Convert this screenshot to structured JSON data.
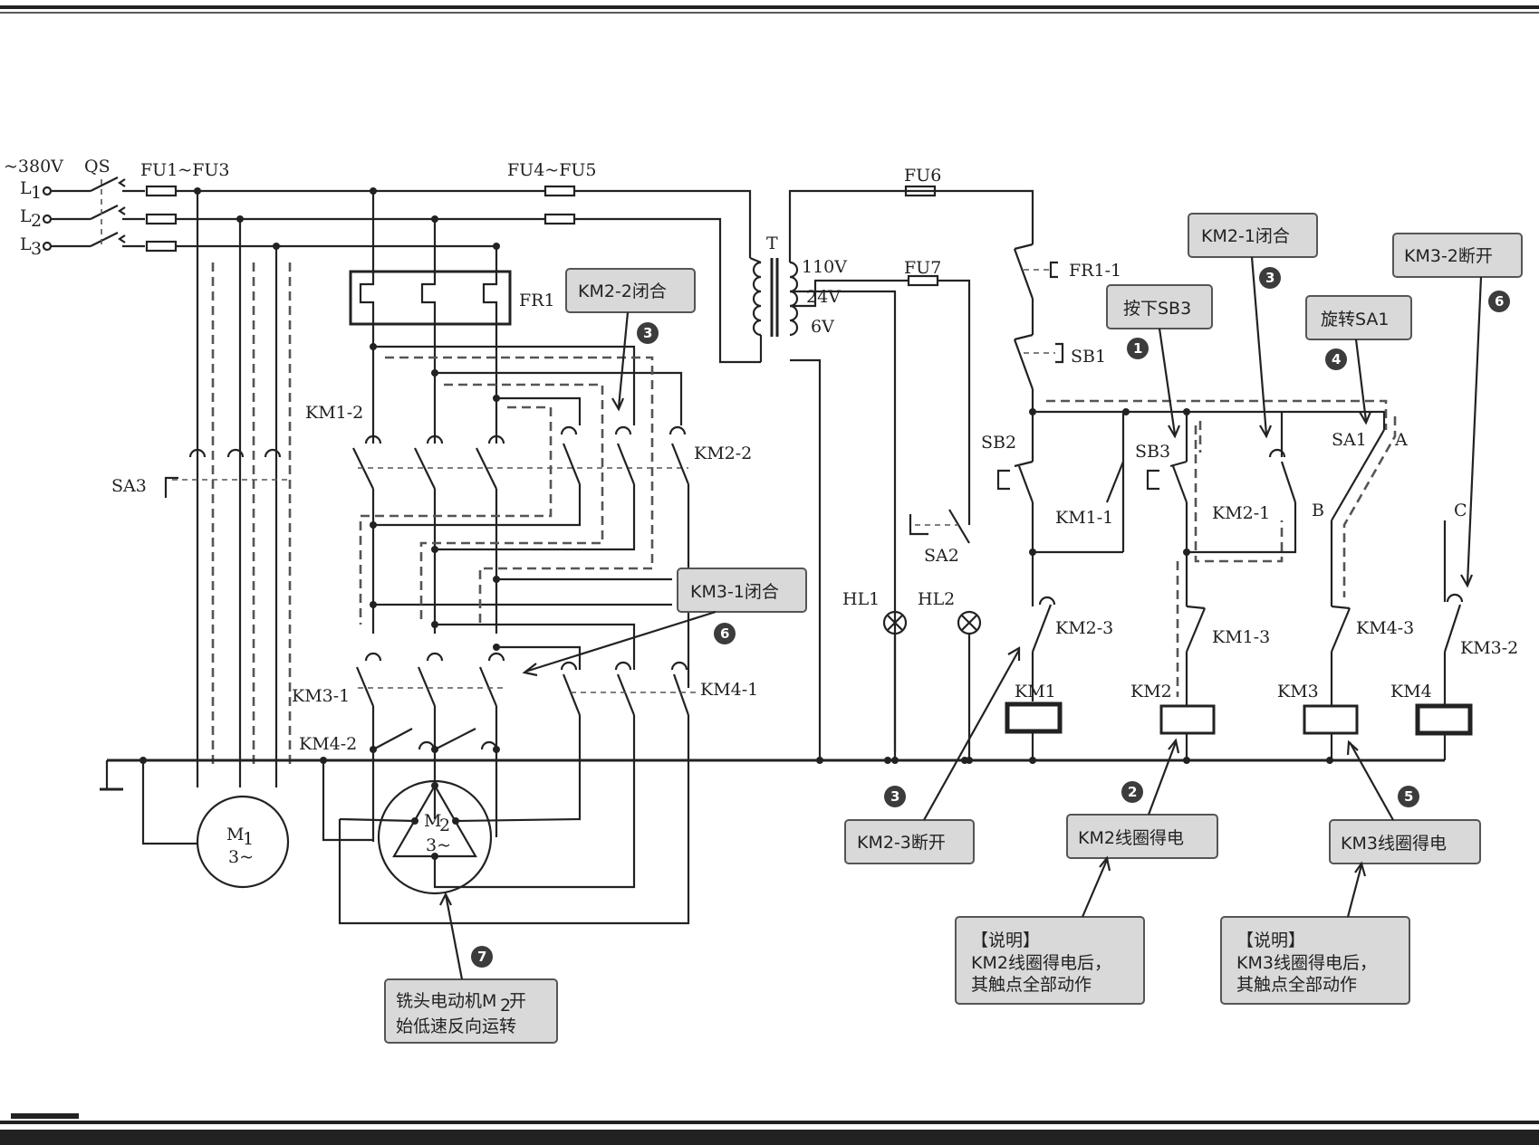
{
  "labels": {
    "supply": "~380V",
    "qs": "QS",
    "l1": "L",
    "l2": "L",
    "l3": "L",
    "l1sub": "1",
    "l2sub": "2",
    "l3sub": "3",
    "fu1_fu3": "FU1~FU3",
    "fu4_fu5": "FU4~FU5",
    "fu6": "FU6",
    "fu7": "FU7",
    "t": "T",
    "v110": "110V",
    "v24": "24V",
    "v6": "6V",
    "fr1": "FR1",
    "fr1_1": "FR1-1",
    "sb1": "SB1",
    "sb2": "SB2",
    "sb3": "SB3",
    "sa1": "SA1",
    "sa2": "SA2",
    "sa3": "SA3",
    "a": "A",
    "b": "B",
    "c": "C",
    "km1_1": "KM1-1",
    "km1_2": "KM1-2",
    "km1_3": "KM1-3",
    "km2_1": "KM2-1",
    "km2_2": "KM2-2",
    "km2_3": "KM2-3",
    "km3_1": "KM3-1",
    "km3_2": "KM3-2",
    "km4_1": "KM4-1",
    "km4_2": "KM4-2",
    "km4_3": "KM4-3",
    "km1": "KM1",
    "km2": "KM2",
    "km3": "KM3",
    "km4": "KM4",
    "hl1": "HL1",
    "hl2": "HL2",
    "m1": "M",
    "m1sub": "1",
    "m1phase": "3~",
    "m2": "M",
    "m2sub": "2",
    "m2phase": "3~"
  },
  "callouts": {
    "km2_2_close": "KM2-2闭合",
    "km2_1_close": "KM2-1闭合",
    "km3_2_open": "KM3-2断开",
    "press_sb3": "按下SB3",
    "rotate_sa1": "旋转SA1",
    "km3_1_close": "KM3-1闭合",
    "km2_3_open": "KM2-3断开",
    "km2_coil": "KM2线圈得电",
    "km3_coil": "KM3线圈得电",
    "note1_title": "【说明】",
    "note1_line1": "KM2线圈得电后，",
    "note1_line2": "其触点全部动作",
    "note2_title": "【说明】",
    "note2_line1": "KM3线圈得电后，",
    "note2_line2": "其触点全部动作",
    "m2_line1_a": "铣头电动机M",
    "m2_line1_sub": "2",
    "m2_line1_b": "开",
    "m2_line2": "始低速反向运转"
  },
  "steps": {
    "s1": "1",
    "s2": "2",
    "s3a": "3",
    "s3b": "3",
    "s3c": "3",
    "s4": "4",
    "s5": "5",
    "s6a": "6",
    "s6b": "6",
    "s7": "7"
  }
}
